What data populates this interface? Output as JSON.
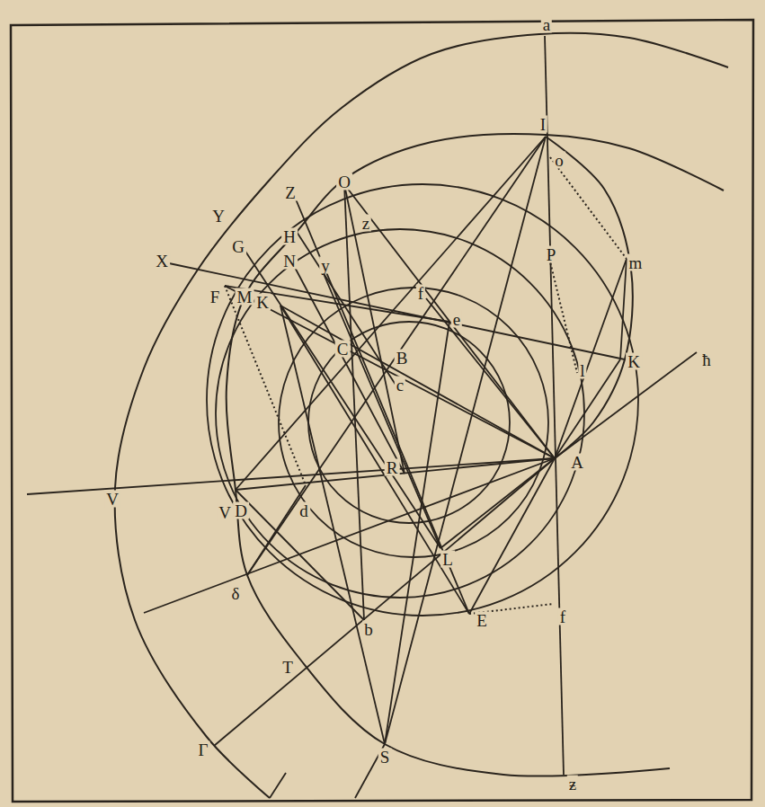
{
  "diagram": {
    "labels": [
      "a",
      "I",
      "o",
      "P",
      "m",
      "K",
      "ħ",
      "A",
      "ƶ",
      "Z",
      "H",
      "O",
      "z",
      "Y",
      "G",
      "N",
      "y",
      "X",
      "F",
      "M",
      "K",
      "f",
      "C",
      "B",
      "e",
      "c",
      "l",
      "R",
      "V",
      "V",
      "D",
      "d",
      "L",
      "f",
      "E",
      "δ",
      "b",
      "T",
      "Γ",
      "S"
    ]
  }
}
